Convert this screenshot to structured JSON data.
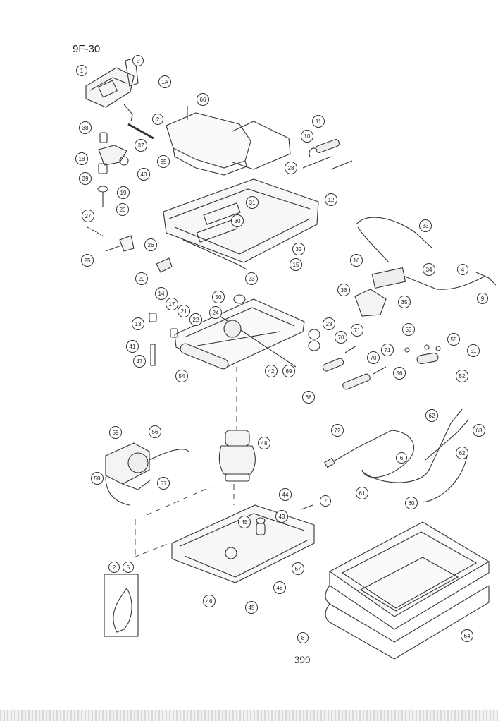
{
  "page_code": "9F-30",
  "page_number": "399",
  "callouts": [
    {
      "id": "c1",
      "label": "1"
    },
    {
      "id": "c5",
      "label": "5"
    },
    {
      "id": "c1A",
      "label": "1A"
    },
    {
      "id": "c66",
      "label": "66"
    },
    {
      "id": "c2",
      "label": "2"
    },
    {
      "id": "c38",
      "label": "38"
    },
    {
      "id": "c37",
      "label": "37"
    },
    {
      "id": "c18",
      "label": "18"
    },
    {
      "id": "c40",
      "label": "40"
    },
    {
      "id": "c39",
      "label": "39"
    },
    {
      "id": "c19",
      "label": "19"
    },
    {
      "id": "c20",
      "label": "20"
    },
    {
      "id": "c65",
      "label": "65"
    },
    {
      "id": "c28",
      "label": "28"
    },
    {
      "id": "c11",
      "label": "11"
    },
    {
      "id": "c10",
      "label": "10"
    },
    {
      "id": "c12",
      "label": "12"
    },
    {
      "id": "c27",
      "label": "27"
    },
    {
      "id": "c31",
      "label": "31"
    },
    {
      "id": "c30",
      "label": "30"
    },
    {
      "id": "c33",
      "label": "33"
    },
    {
      "id": "c26",
      "label": "26"
    },
    {
      "id": "c25",
      "label": "25"
    },
    {
      "id": "c29",
      "label": "29"
    },
    {
      "id": "c14",
      "label": "14"
    },
    {
      "id": "c32",
      "label": "32"
    },
    {
      "id": "c15",
      "label": "15"
    },
    {
      "id": "c16",
      "label": "16"
    },
    {
      "id": "c34",
      "label": "34"
    },
    {
      "id": "c4",
      "label": "4"
    },
    {
      "id": "c9",
      "label": "9"
    },
    {
      "id": "c36",
      "label": "36"
    },
    {
      "id": "c35",
      "label": "35"
    },
    {
      "id": "c23a",
      "label": "23"
    },
    {
      "id": "c50",
      "label": "50"
    },
    {
      "id": "c17",
      "label": "17"
    },
    {
      "id": "c21",
      "label": "21"
    },
    {
      "id": "c22",
      "label": "22"
    },
    {
      "id": "c24",
      "label": "24"
    },
    {
      "id": "c13",
      "label": "13"
    },
    {
      "id": "c23b",
      "label": "23"
    },
    {
      "id": "c70a",
      "label": "70"
    },
    {
      "id": "c71a",
      "label": "71"
    },
    {
      "id": "c53",
      "label": "53"
    },
    {
      "id": "c55",
      "label": "55"
    },
    {
      "id": "c41",
      "label": "41"
    },
    {
      "id": "c51",
      "label": "51"
    },
    {
      "id": "c47",
      "label": "47"
    },
    {
      "id": "c42",
      "label": "42"
    },
    {
      "id": "c69",
      "label": "69"
    },
    {
      "id": "c71b",
      "label": "71"
    },
    {
      "id": "c70b",
      "label": "70"
    },
    {
      "id": "c56",
      "label": "56"
    },
    {
      "id": "c52",
      "label": "52"
    },
    {
      "id": "c54",
      "label": "54"
    },
    {
      "id": "c68",
      "label": "68"
    },
    {
      "id": "c62a",
      "label": "62"
    },
    {
      "id": "c63",
      "label": "63"
    },
    {
      "id": "c59",
      "label": "59"
    },
    {
      "id": "c56b",
      "label": "56"
    },
    {
      "id": "c72",
      "label": "72"
    },
    {
      "id": "c48",
      "label": "48"
    },
    {
      "id": "c62b",
      "label": "62"
    },
    {
      "id": "c6",
      "label": "6"
    },
    {
      "id": "c58",
      "label": "58"
    },
    {
      "id": "c57",
      "label": "57"
    },
    {
      "id": "c61",
      "label": "61"
    },
    {
      "id": "c60",
      "label": "60"
    },
    {
      "id": "c44",
      "label": "44"
    },
    {
      "id": "c7",
      "label": "7"
    },
    {
      "id": "c43",
      "label": "43"
    },
    {
      "id": "c45a",
      "label": "45"
    },
    {
      "id": "c67",
      "label": "67"
    },
    {
      "id": "c46a",
      "label": "46"
    },
    {
      "id": "c2b",
      "label": "2"
    },
    {
      "id": "c5b",
      "label": "5"
    },
    {
      "id": "c46b",
      "label": "46"
    },
    {
      "id": "c45b",
      "label": "45"
    },
    {
      "id": "c8",
      "label": "8"
    },
    {
      "id": "c64",
      "label": "64"
    }
  ]
}
